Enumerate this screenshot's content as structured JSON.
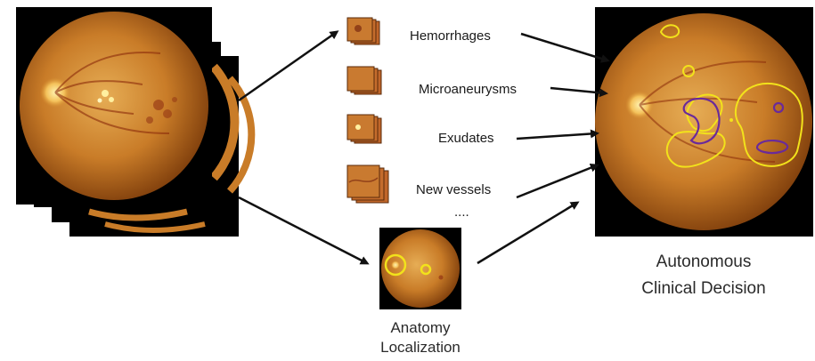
{
  "lesion_labels": [
    "Hemorrhages",
    "Microaneurysms",
    "Exudates",
    "New vessels"
  ],
  "ellipsis": "....",
  "anatomy_caption": [
    "Anatomy",
    "Localization"
  ],
  "decision_caption": [
    "Autonomous",
    "Clinical Decision"
  ],
  "colors": {
    "fundus_light": "#e2a74a",
    "fundus_mid": "#c87a26",
    "fundus_dark": "#7a3a0a",
    "lesion_outline_yellow": "#f2e21b",
    "lesion_outline_purple": "#6a2a9a",
    "arrow": "#111111",
    "frame": "#000000"
  }
}
